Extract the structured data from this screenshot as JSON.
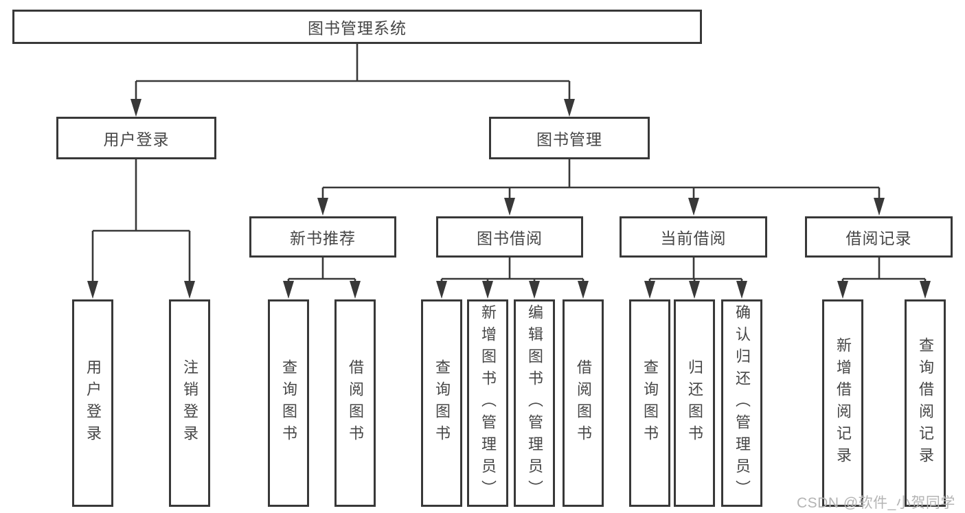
{
  "tree": {
    "root": {
      "label": "图书管理系统"
    },
    "branches": [
      {
        "label": "用户登录",
        "children": [
          "用户登录",
          "注销登录"
        ]
      },
      {
        "label": "图书管理",
        "sections": [
          {
            "label": "新书推荐",
            "children": [
              "查询图书",
              "借阅图书"
            ]
          },
          {
            "label": "图书借阅",
            "children": [
              "查询图书",
              "新增图书（管理员）",
              "编辑图书（管理员）",
              "借阅图书"
            ]
          },
          {
            "label": "当前借阅",
            "children": [
              "查询图书",
              "归还图书",
              "确认归还（管理员）"
            ]
          },
          {
            "label": "借阅记录",
            "children": [
              "新增借阅记录",
              "查询借阅记录"
            ]
          }
        ]
      }
    ]
  },
  "watermark": {
    "text": "CSDN @软件_小贺同学"
  },
  "colors": {
    "line": "#383838",
    "border": "#383838",
    "text": "#464646",
    "watermark": "#b4b4b4",
    "background": "#ffffff"
  }
}
